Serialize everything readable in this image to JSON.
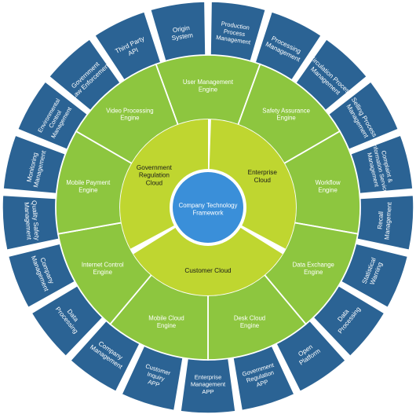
{
  "center": {
    "lines": [
      "Company Technology",
      "Framework"
    ]
  },
  "clouds": [
    {
      "lines": [
        "Government",
        "Regulation",
        "Cloud"
      ]
    },
    {
      "lines": [
        "Enterprise",
        "Cloud"
      ]
    },
    {
      "lines": [
        "Customer Cloud"
      ]
    }
  ],
  "engines": [
    {
      "lines": [
        "User Management",
        "Engine"
      ]
    },
    {
      "lines": [
        "Safety Assurance",
        "Engine"
      ]
    },
    {
      "lines": [
        "Workflow",
        "Engine"
      ]
    },
    {
      "lines": [
        "Data Exchange",
        "Engine"
      ]
    },
    {
      "lines": [
        "Desk Cloud",
        "Engine"
      ]
    },
    {
      "lines": [
        "Mobile Cloud",
        "Engine"
      ]
    },
    {
      "lines": [
        "Internet Control",
        "Engine"
      ]
    },
    {
      "lines": [
        "Mobile Payment",
        "Engine"
      ]
    },
    {
      "lines": [
        "Video Processing",
        "Engine"
      ]
    }
  ],
  "systems": [
    {
      "lines": [
        "Production",
        "Process",
        "Management"
      ]
    },
    {
      "lines": [
        "Processing",
        "Management"
      ]
    },
    {
      "lines": [
        "Circulation Process",
        "Management"
      ]
    },
    {
      "lines": [
        "Selling Process",
        "Management"
      ]
    },
    {
      "lines": [
        "Complaint &",
        "Information Service",
        "Management"
      ]
    },
    {
      "lines": [
        "Recall",
        "Management"
      ]
    },
    {
      "lines": [
        "Statistical",
        "Warning"
      ]
    },
    {
      "lines": [
        "Data",
        "Processing"
      ]
    },
    {
      "lines": [
        "Open",
        "Platform"
      ]
    },
    {
      "lines": [
        "Government",
        "Regulation",
        "APP"
      ]
    },
    {
      "lines": [
        "Enterprise",
        "Management",
        "APP"
      ]
    },
    {
      "lines": [
        "Customer",
        "Inquiry",
        "APP"
      ]
    },
    {
      "lines": [
        "Company",
        "Management"
      ]
    },
    {
      "lines": [
        "Data",
        "Processing"
      ]
    },
    {
      "lines": [
        "Company",
        "Management"
      ]
    },
    {
      "lines": [
        "Quality Safety",
        "Management"
      ]
    },
    {
      "lines": [
        "Monitoring",
        "Management"
      ]
    },
    {
      "lines": [
        "Environmental",
        "Control",
        "Management"
      ]
    },
    {
      "lines": [
        "Government",
        "Law Enforcement"
      ]
    },
    {
      "lines": [
        "Third Party",
        "API"
      ]
    },
    {
      "lines": [
        "Origin",
        "System"
      ]
    }
  ],
  "colors": {
    "outer_ring": "#2b6394",
    "engine_ring": "#8dc63f",
    "cloud_ring": "#bfd630",
    "center": "#3a8fd9",
    "separator": "#ffffff"
  }
}
